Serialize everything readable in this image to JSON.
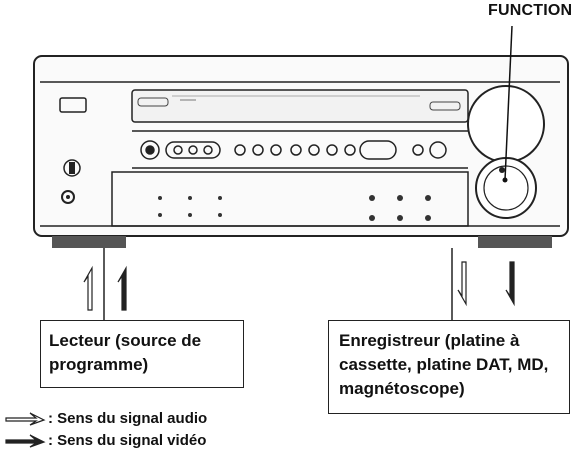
{
  "callout": {
    "function": "FUNCTION"
  },
  "boxes": {
    "player": "Lecteur (source de programme)",
    "recorder": "Enregistreur (platine à cassette, platine DAT, MD, magnétoscope)"
  },
  "legend": {
    "audio": ": Sens du signal audio",
    "video": ": Sens du signal vidéo"
  }
}
